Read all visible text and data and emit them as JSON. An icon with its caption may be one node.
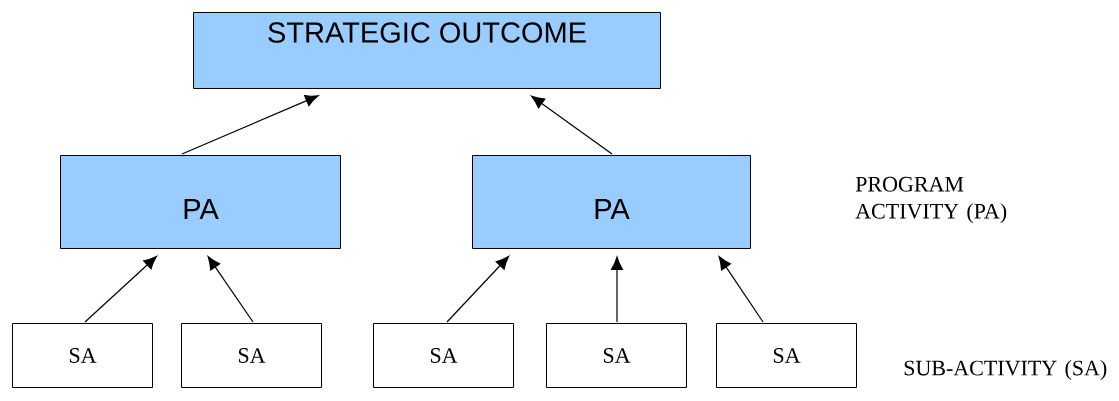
{
  "diagram": {
    "nodes": [
      {
        "text": [
          "STRATEGIC OUTCOME"
        ]
      },
      {
        "text": [
          "PA"
        ]
      },
      {
        "text": [
          "PA"
        ]
      },
      {
        "text": [
          "SA"
        ]
      },
      {
        "text": [
          "SA"
        ]
      },
      {
        "text": [
          "SA"
        ]
      },
      {
        "text": [
          "SA"
        ]
      },
      {
        "text": [
          "SA"
        ]
      }
    ],
    "edges": [
      {
        "from": 1,
        "to": 0,
        "arrow": "to"
      },
      {
        "from": 2,
        "to": 0,
        "arrow": "to"
      },
      {
        "from": 3,
        "to": 1,
        "arrow": "to"
      },
      {
        "from": 4,
        "to": 1,
        "arrow": "to"
      },
      {
        "from": 5,
        "to": 2,
        "arrow": "to"
      },
      {
        "from": 6,
        "to": 2,
        "arrow": "to"
      },
      {
        "from": 7,
        "to": 2,
        "arrow": "to"
      }
    ],
    "labels": [
      "PROGRAM ACTIVITY (PA)",
      "SUB-ACTIVITY (SA)"
    ]
  }
}
